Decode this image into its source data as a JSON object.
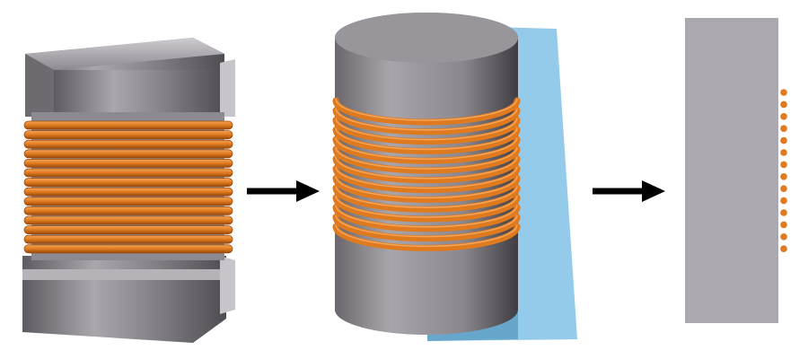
{
  "diagram": {
    "panels": [
      {
        "id": "core-inductor",
        "description_icon": "ferrite-core-coil"
      },
      {
        "id": "cylinder-with-section-plane",
        "description_icon": "cylinder-coil-cut-plane"
      },
      {
        "id": "2d-cross-section",
        "description_icon": "axisymmetric-section"
      }
    ],
    "arrows": 2,
    "winding_turns": 14,
    "colors": {
      "core": "#8f8c93",
      "core_light": "#c9c6cc",
      "core_dark": "#4f4d52",
      "copper": "#e07a1f",
      "copper_dark": "#9a4a0c",
      "copper_light": "#f5a55a",
      "cut_plane": "#7cc3ea",
      "section_rect": "#aba7ae",
      "arrow": "#000000"
    }
  }
}
